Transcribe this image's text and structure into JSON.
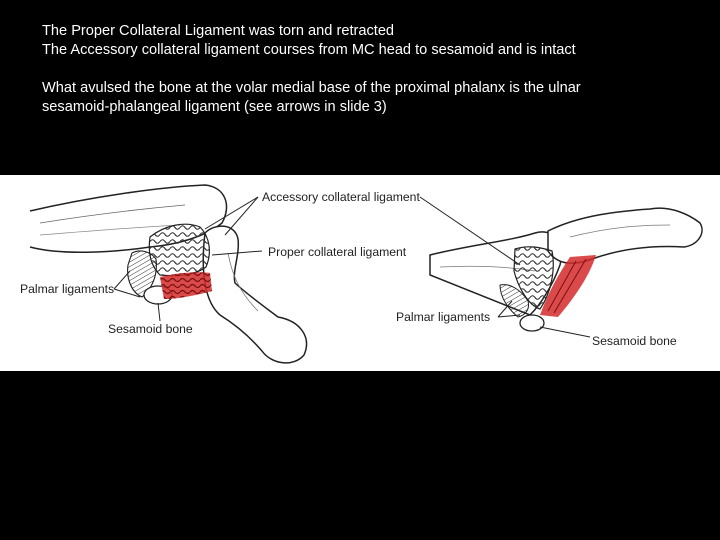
{
  "slide": {
    "paragraph1": [
      "The Proper Collateral Ligament was torn and retracted",
      "The Accessory collateral ligament courses from MC head to sesamoid and is intact"
    ],
    "paragraph2": [
      "What avulsed the bone at the volar medial base of the proximal phalanx is the ulnar",
      "sesamoid-phalangeal ligament  (see arrows in slide 3)"
    ]
  },
  "figure": {
    "left": {
      "accessory_label": "Accessory collateral ligament",
      "proper_label": "Proper collateral ligament",
      "palmar_label": "Palmar ligaments",
      "sesamoid_label": "Sesamoid bone"
    },
    "right": {
      "palmar_label": "Palmar ligaments",
      "sesamoid_label": "Sesamoid bone"
    },
    "highlight_color": "#d42a2a"
  }
}
